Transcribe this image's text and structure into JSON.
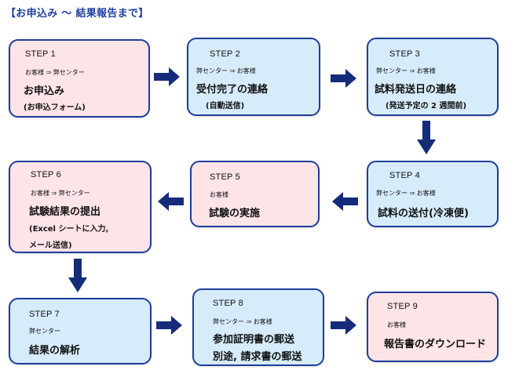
{
  "title": "【お申込み ～ 結果報告まで】",
  "steps": [
    {
      "step": "STEP 1",
      "flow": "お客様 ⇒ 弊センター",
      "main": "お申込み",
      "sub": "(お申込フォーム)",
      "color": "#fde4e7"
    },
    {
      "step": "STEP 2",
      "flow": "弊センター ⇒ お客様",
      "main": "受付完了の連絡",
      "sub": "(自動送信)",
      "color": "#d6ecfb"
    },
    {
      "step": "STEP 3",
      "flow": "弊センター ⇒ お客様",
      "main": "試料発送日の連絡",
      "sub": "(発送予定の 2 週間前)",
      "color": "#d6ecfb"
    },
    {
      "step": "STEP 4",
      "flow": "弊センター ⇒ お客様",
      "main": "試料の送付(冷凍便)",
      "sub": "",
      "color": "#d6ecfb"
    },
    {
      "step": "STEP 5",
      "flow": "お客様",
      "main": "試験の実施",
      "sub": "",
      "color": "#fde4e7"
    },
    {
      "step": "STEP 6",
      "flow": "お客様 ⇒ 弊センター",
      "main": "試験結果の提出",
      "sub": "(Excel シートに入力,",
      "sub2": "メール送信)",
      "color": "#fde4e7"
    },
    {
      "step": "STEP 7",
      "flow": "弊センター",
      "main": "結果の解析",
      "sub": "",
      "color": "#d6ecfb"
    },
    {
      "step": "STEP 8",
      "flow": "弊センター ⇒ お客様",
      "main": "参加証明書の郵送",
      "main2": "別途, 請求書の郵送",
      "color": "#d6ecfb"
    },
    {
      "step": "STEP 9",
      "flow": "お客様",
      "main": "報告書のダウンロード",
      "sub": "",
      "color": "#fde4e7"
    }
  ],
  "colors": {
    "border": "#1f3e9a",
    "arrow": "#162c7a",
    "pink": "#fde4e7",
    "blue": "#d6ecfb"
  }
}
